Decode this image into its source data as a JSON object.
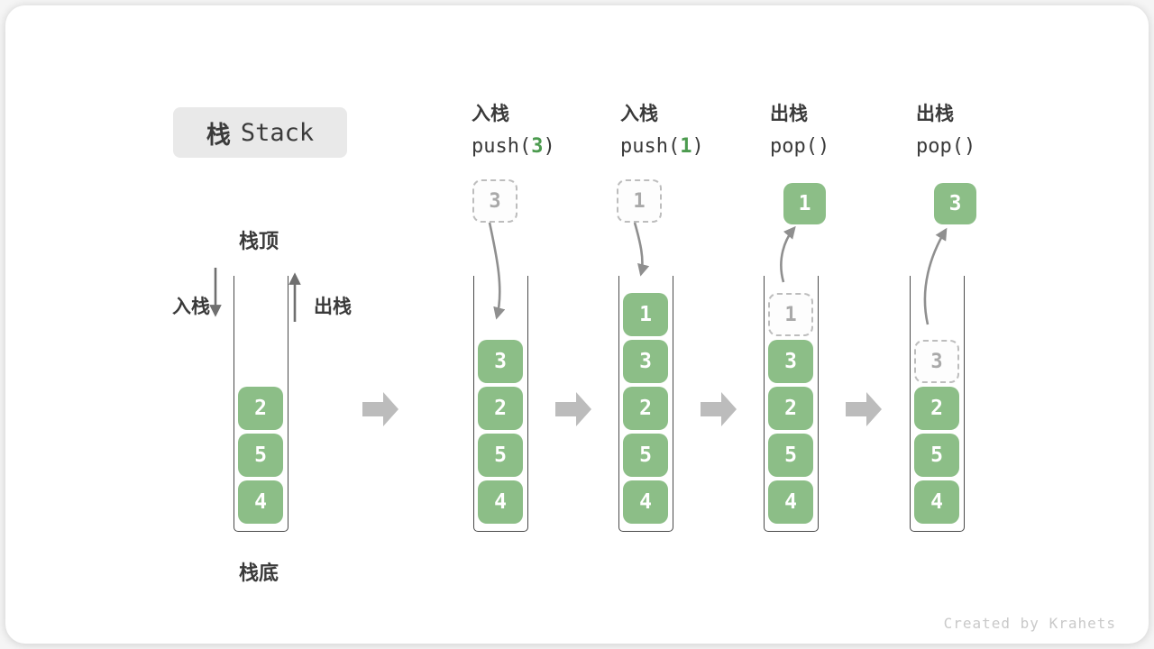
{
  "title": {
    "zh": "栈",
    "en": "Stack"
  },
  "side_labels": {
    "top": "栈顶",
    "bottom": "栈底",
    "push": "入栈",
    "pop": "出栈"
  },
  "operations": [
    {
      "name": "入栈",
      "fn": "push(",
      "arg": "3",
      "close": ")"
    },
    {
      "name": "入栈",
      "fn": "push(",
      "arg": "1",
      "close": ")"
    },
    {
      "name": "出栈",
      "fn": "pop(",
      "arg": "",
      "close": ")"
    },
    {
      "name": "出栈",
      "fn": "pop(",
      "arg": "",
      "close": ")"
    }
  ],
  "stacks": [
    {
      "cells": [
        "2",
        "5",
        "4"
      ]
    },
    {
      "cells": [
        "3",
        "2",
        "5",
        "4"
      ],
      "incoming": "3"
    },
    {
      "cells": [
        "1",
        "3",
        "2",
        "5",
        "4"
      ],
      "incoming": "1"
    },
    {
      "cells": [
        "3",
        "2",
        "5",
        "4"
      ],
      "ghost": "1",
      "outgoing": "1"
    },
    {
      "cells": [
        "2",
        "5",
        "4"
      ],
      "ghost": "3",
      "outgoing": "3"
    }
  ],
  "watermark": "Created by Krahets",
  "colors": {
    "cell_green": "#8cbe87",
    "code_arg_green": "#4c9b4f",
    "badge_bg": "#e9e9e9",
    "curve_arrow_gray": "#8f8f8f",
    "direction_arrow_gray": "#6f6f6f",
    "flow_arrow_gray": "#bcbcbc",
    "ghost_border": "#bdbdbd",
    "text_dark": "#3a3a3a"
  }
}
